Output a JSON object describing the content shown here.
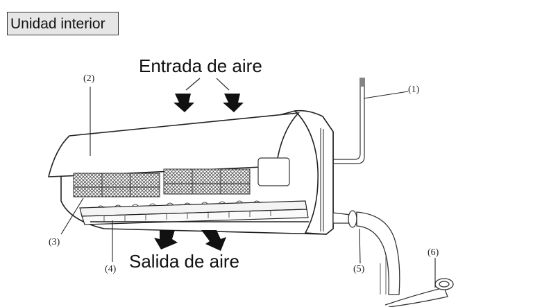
{
  "title": "Unidad interior",
  "labels": {
    "air_inlet": "Entrada de aire",
    "air_outlet": "Salida de aire"
  },
  "callouts": [
    {
      "id": "1",
      "text": "(1)"
    },
    {
      "id": "2",
      "text": "(2)"
    },
    {
      "id": "3",
      "text": "(3)"
    },
    {
      "id": "4",
      "text": "(4)"
    },
    {
      "id": "5",
      "text": "(5)"
    },
    {
      "id": "6",
      "text": "(6)"
    }
  ]
}
